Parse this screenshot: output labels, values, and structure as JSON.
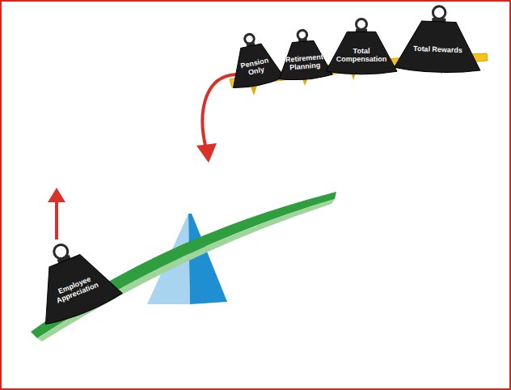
{
  "diagram": {
    "nodes": [
      {
        "text": [
          "Pension Only"
        ]
      },
      {
        "text": [
          "Retirement Planning"
        ]
      },
      {
        "text": [
          "Total Compensation"
        ]
      },
      {
        "text": [
          "Total Rewards"
        ]
      },
      {
        "text": [
          "Employee Appreciation"
        ]
      }
    ]
  }
}
